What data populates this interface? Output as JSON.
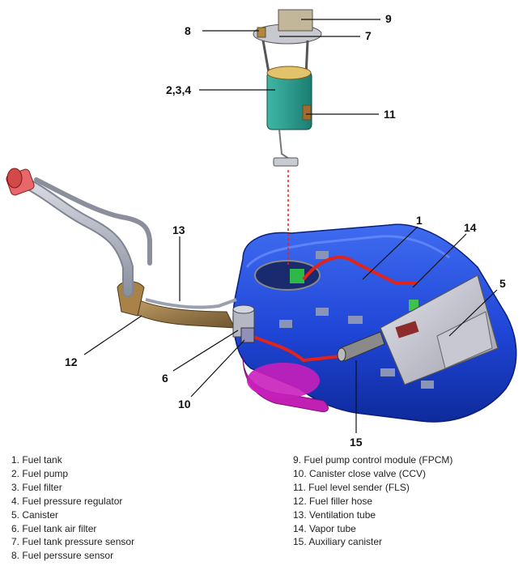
{
  "callouts": [
    {
      "id": "9",
      "text": "9"
    },
    {
      "id": "8",
      "text": "8"
    },
    {
      "id": "7",
      "text": "7"
    },
    {
      "id": "234",
      "text": "2,3,4"
    },
    {
      "id": "11",
      "text": "11"
    },
    {
      "id": "1",
      "text": "1"
    },
    {
      "id": "14",
      "text": "14"
    },
    {
      "id": "13",
      "text": "13"
    },
    {
      "id": "5",
      "text": "5"
    },
    {
      "id": "12",
      "text": "12"
    },
    {
      "id": "6",
      "text": "6"
    },
    {
      "id": "10",
      "text": "10"
    },
    {
      "id": "15",
      "text": "15"
    }
  ],
  "legend": {
    "left": [
      "1. Fuel tank",
      "2. Fuel pump",
      "3. Fuel filter",
      "4. Fuel pressure regulator",
      "5. Canister",
      "6. Fuel tank air filter",
      "7. Fuel tank pressure sensor",
      "8. Fuel perssure sensor"
    ],
    "right": [
      "9. Fuel pump control module (FPCM)",
      "10. Canister close valve (CCV)",
      "11. Fuel level sender (FLS)",
      "12. Fuel filler hose",
      "13. Ventilation tube",
      "14. Vapor tube",
      "15. Auxiliary canister"
    ]
  }
}
